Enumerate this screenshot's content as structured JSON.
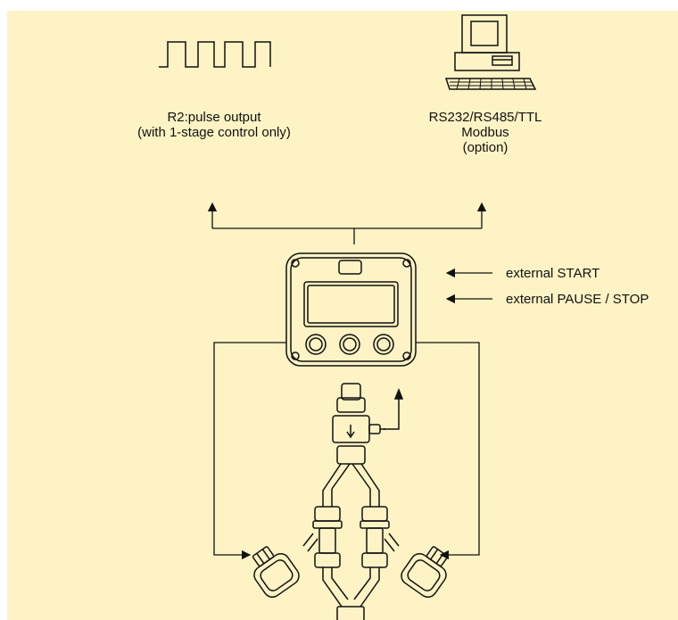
{
  "pulse": {
    "line1": "R2:pulse output",
    "line2": "(with 1-stage control only)"
  },
  "comm": {
    "line1": "RS232/RS485/TTL",
    "line2": "Modbus",
    "line3": "(option)"
  },
  "inputs": {
    "start": "external START",
    "pause_stop": "external PAUSE / STOP"
  },
  "colors": {
    "background": "#fdf3c4",
    "line": "#111111"
  }
}
